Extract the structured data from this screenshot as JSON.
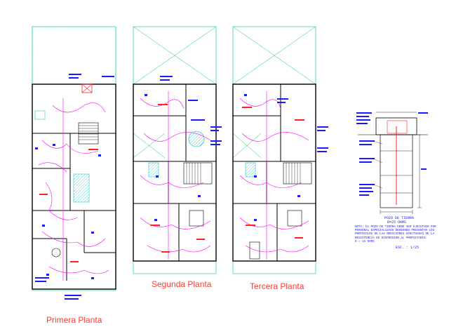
{
  "drawing": {
    "background": "#ffffff",
    "colors": {
      "walls": "#000000",
      "wiring": "#ff00ff",
      "annotations": "#1a1aff",
      "frames": "#00cc66",
      "fixtures": "#ff2222",
      "titles": "#ff3b2f",
      "hatch": "#00b3b3"
    }
  },
  "plans": [
    {
      "id": "primera",
      "title": "Primera Planta"
    },
    {
      "id": "segunda",
      "title": "Segunda Planta"
    },
    {
      "id": "tercera",
      "title": "Tercera Planta"
    }
  ],
  "detail": {
    "pit_title": "POZO DE TIERRA",
    "pit_subtitle": "R=25 OHMS",
    "note": "NOTA: EL POZO DE TIERRA DEBE SER EJECUTADO POR\nPERSONAL ESPECIALIZADO DEBIENDO PRESENTAR LOS\nPROTOCOLOS DE LAS MEDICIONES EFECTUADAS DE LA\nRESISTENCIA DE DISPERSION AL PROPIETARIO.\nR = 15 OHMS",
    "scale": "ESC. : 1/25"
  }
}
